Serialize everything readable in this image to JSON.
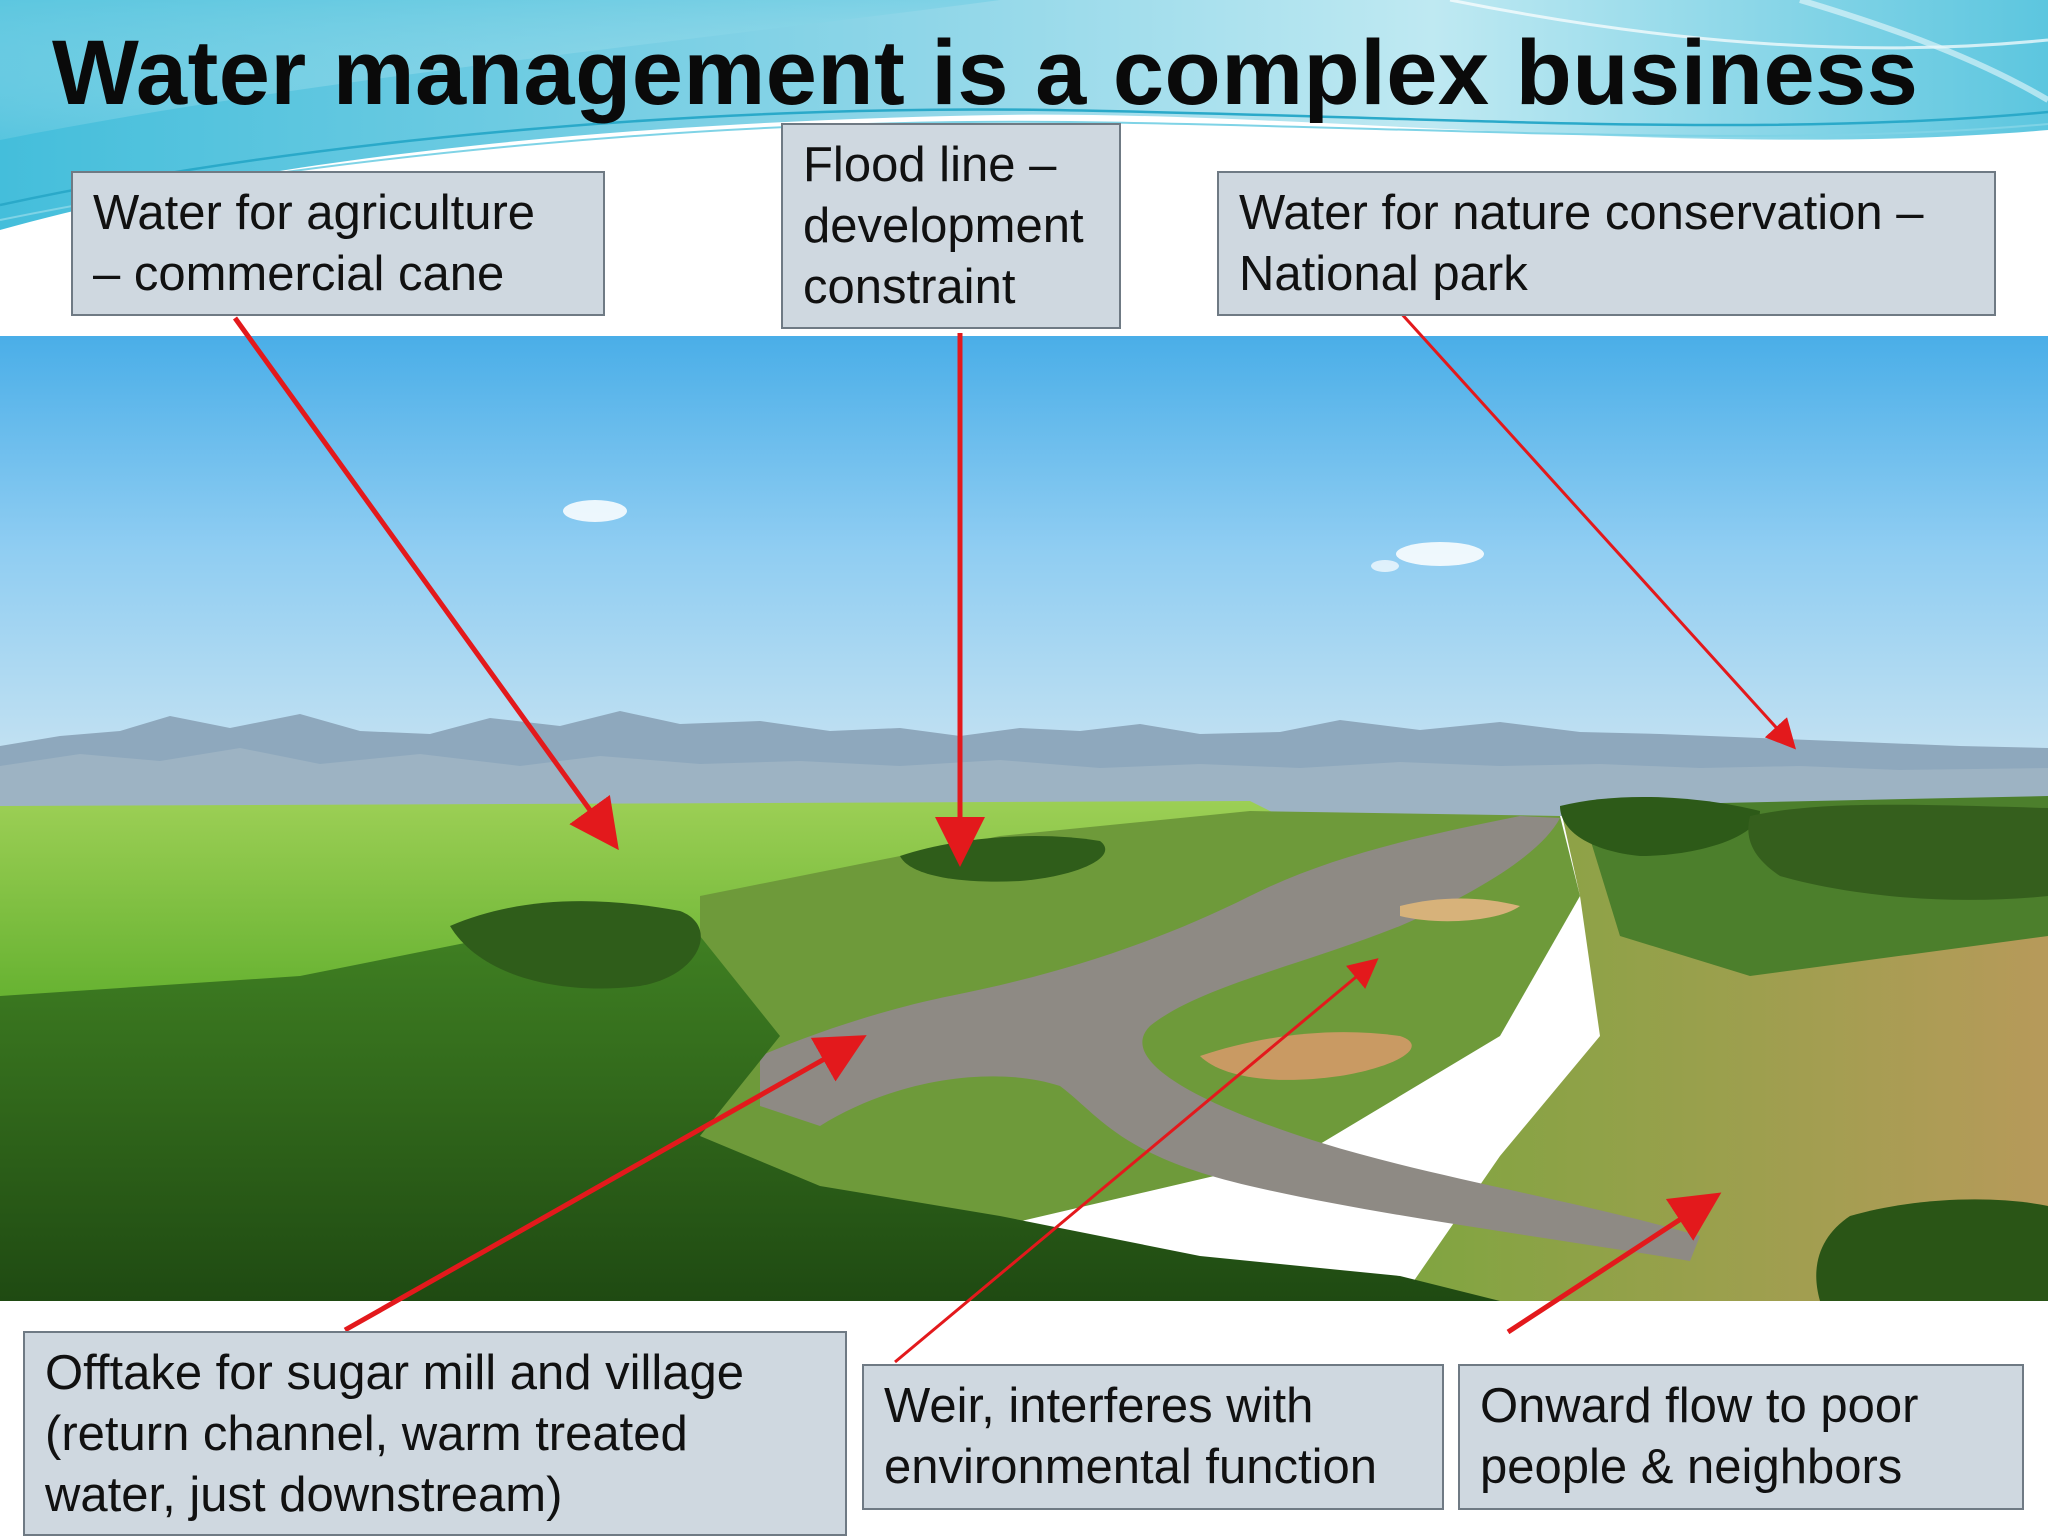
{
  "slide": {
    "title": "Water management is a complex business"
  },
  "callouts": {
    "agriculture": {
      "line1": "Water for agriculture",
      "line2": "– commercial cane"
    },
    "flood_line": {
      "line1": "Flood line –",
      "line2": "development",
      "line3": "constraint"
    },
    "nature": {
      "line1": "Water for nature conservation –",
      "line2": "National park"
    },
    "offtake": {
      "line1": "Offtake for sugar mill and village",
      "line2": "(return channel, warm treated",
      "line3": "water, just downstream)"
    },
    "weir": {
      "line1": "Weir, interferes with",
      "line2": "environmental function"
    },
    "onward": {
      "line1": "Onward  flow to poor",
      "line2": "people & neighbors"
    }
  },
  "colors": {
    "arrow": "#e3191c",
    "callout_fill": "#cfd8e0",
    "callout_border": "#6f7a84",
    "header_blue": "#5fc3df"
  }
}
